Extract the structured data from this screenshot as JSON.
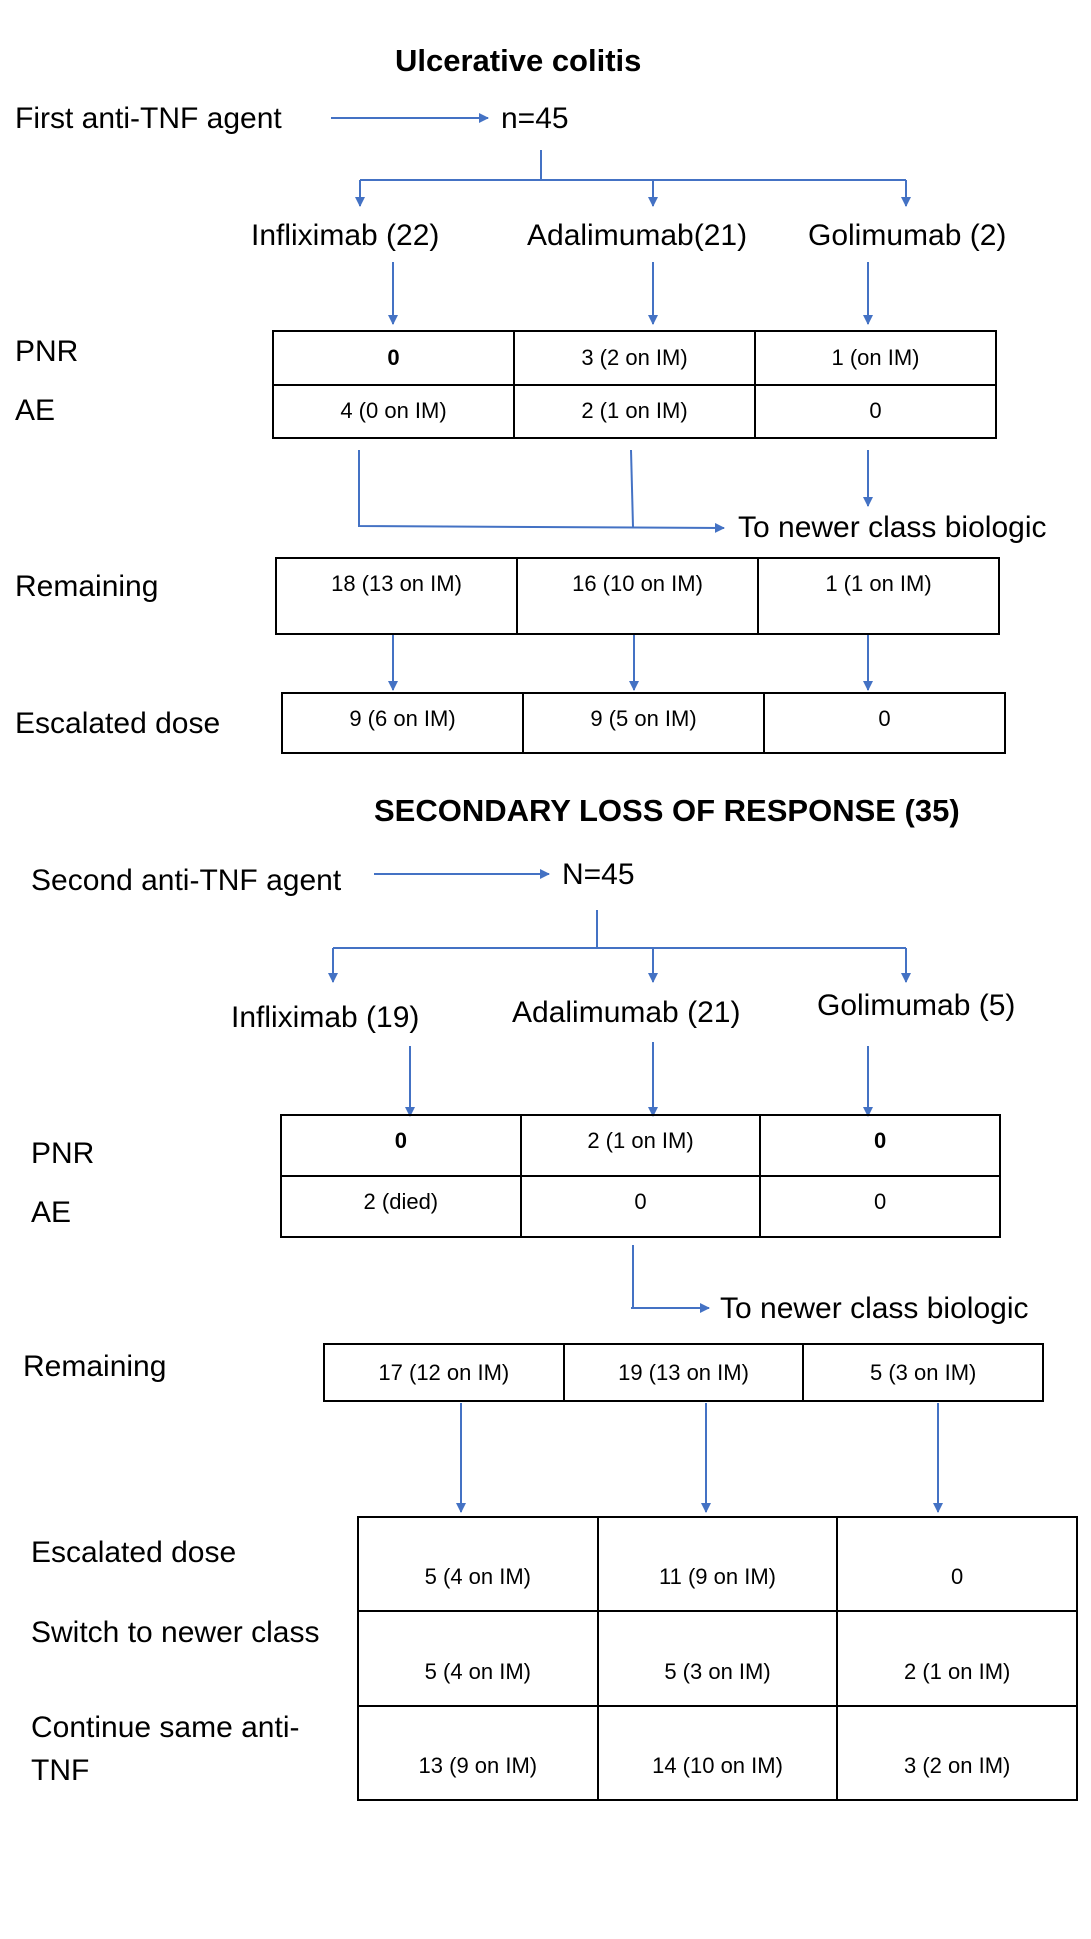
{
  "part1": {
    "title": "Ulcerative colitis",
    "first_label": "First anti-TNF agent",
    "n": "n=45",
    "agents": [
      "Infliximab (22)",
      "Adalimumab(21)",
      "Golimumab (2)"
    ],
    "row_labels": {
      "pnr": "PNR",
      "ae": "AE"
    },
    "pnr": [
      "0",
      "3 (2 on IM)",
      "1 (on IM)"
    ],
    "ae": [
      "4 (0 on IM)",
      "2 (1 on IM)",
      "0"
    ],
    "newer_class": "To newer class biologic",
    "remaining_label": "Remaining",
    "remaining": [
      "18 (13 on IM)",
      "16 (10 on IM)",
      "1 (1 on IM)"
    ],
    "escalated_label": "Escalated dose",
    "escalated": [
      "9 (6 on IM)",
      "9 (5 on IM)",
      "0"
    ]
  },
  "part2": {
    "title": "SECONDARY LOSS OF RESPONSE (35)",
    "second_label": "Second anti-TNF agent",
    "n": "N=45",
    "agents": [
      "Infliximab (19)",
      "Adalimumab (21)",
      "Golimumab (5)"
    ],
    "row_labels": {
      "pnr": "PNR",
      "ae": "AE"
    },
    "pnr": [
      "0",
      "2 (1 on IM)",
      "0"
    ],
    "ae": [
      "2 (died)",
      "0",
      "0"
    ],
    "newer_class": "To newer class biologic",
    "remaining_label": "Remaining",
    "remaining": [
      "17 (12 on IM)",
      "19 (13 on IM)",
      "5 (3 on IM)"
    ],
    "outcome_labels": {
      "escalated": "Escalated dose",
      "switch": "Switch to newer class",
      "continue_line1": "Continue same anti-",
      "continue_line2": "TNF"
    },
    "escalated": [
      "5 (4 on IM)",
      "11 (9 on IM)",
      "0"
    ],
    "switch": [
      "5 (4 on IM)",
      "5 (3 on IM)",
      "2 (1 on IM)"
    ],
    "continue": [
      "13 (9 on IM)",
      "14 (10 on IM)",
      "3 (2 on IM)"
    ]
  },
  "colors": {
    "arrow": "#4472C4",
    "text": "#000000",
    "border": "#000000"
  }
}
